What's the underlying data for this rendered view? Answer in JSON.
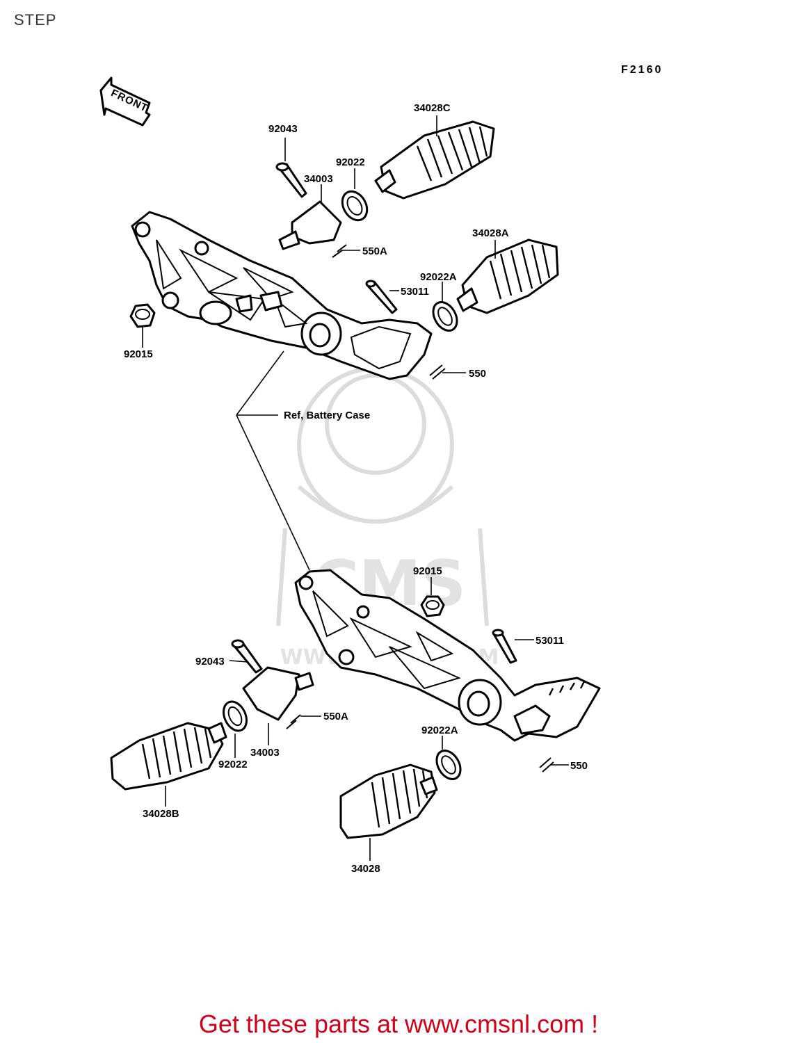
{
  "header": {
    "title": "STEP",
    "diagram_code": "F2160"
  },
  "front_arrow": {
    "label": "FRONT",
    "icon": "front-arrow-icon"
  },
  "reference": {
    "label": "Ref, Battery Case"
  },
  "parts_upper": {
    "p92043": "92043",
    "p34003": "34003",
    "p92022": "92022",
    "p34028C": "34028C",
    "p34028A": "34028A",
    "p550A": "550A",
    "p92022A": "92022A",
    "p53011": "53011",
    "p92015": "92015",
    "p550": "550"
  },
  "parts_lower": {
    "p92015": "92015",
    "p53011": "53011",
    "p92043": "92043",
    "p550A": "550A",
    "p34003": "34003",
    "p92022": "92022",
    "p92022A": "92022A",
    "p550": "550",
    "p34028B": "34028B",
    "p34028": "34028"
  },
  "watermark": {
    "text": "CMS",
    "url_text": "WWW.CMSNL.COM"
  },
  "footer": {
    "cta": "Get these parts at www.cmsnl.com !",
    "accent_color": "#d0021b"
  }
}
